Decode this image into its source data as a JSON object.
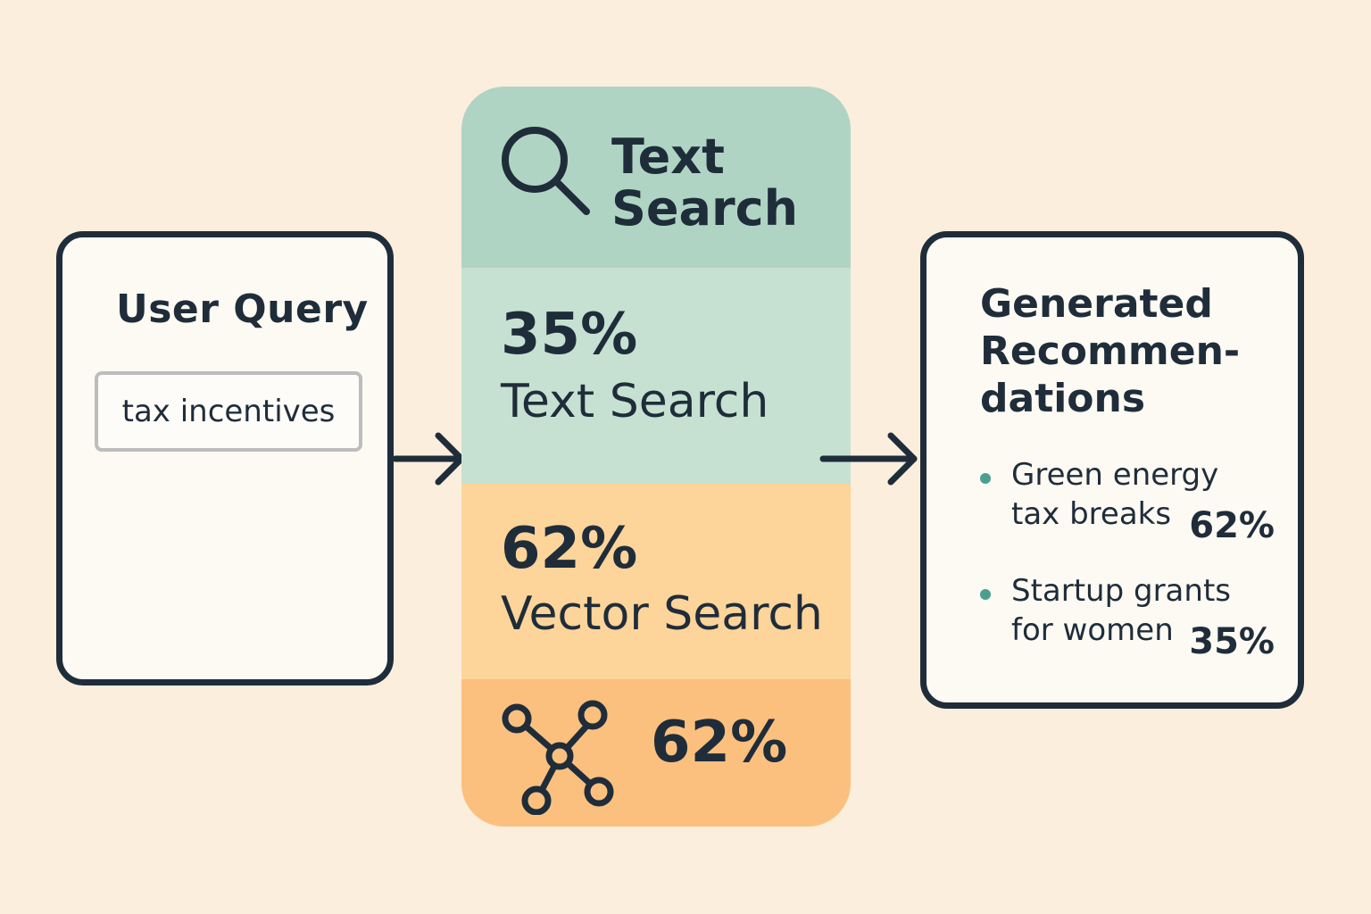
{
  "query_panel": {
    "title": "User Query",
    "input_value": "tax incentives"
  },
  "pipeline": {
    "text_search": {
      "icon": "search-icon",
      "title_line1": "Text",
      "title_line2": "Search",
      "percent": "35%",
      "label": "Text Search"
    },
    "vector_search": {
      "percent": "62%",
      "label": "Vector Search",
      "icon": "network-graph-icon",
      "icon_percent": "62%"
    }
  },
  "recommendations_panel": {
    "title_line1": "Generated",
    "title_line2": "Recommen-",
    "title_line3": "dations",
    "items": [
      {
        "line1": "Green energy",
        "line2": "tax breaks",
        "percent": "62%"
      },
      {
        "line1": "Startup grants",
        "line2": "for women",
        "percent": "35%"
      }
    ]
  },
  "colors": {
    "background": "#fbeedd",
    "ink": "#1f2d3a",
    "text_search_header": "#b0d4c3",
    "text_search_body": "#c6e1d2",
    "vector_search_body": "#fdd49a",
    "vector_search_footer": "#fcc07e",
    "bullet": "#4a9f91"
  }
}
